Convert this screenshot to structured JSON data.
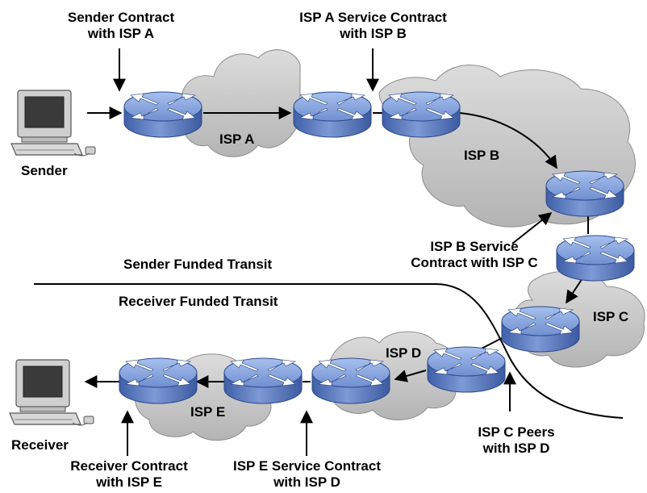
{
  "labels": {
    "sender": "Sender",
    "receiver": "Receiver",
    "sender_contract_l1": "Sender Contract",
    "sender_contract_l2": "with ISP A",
    "isp_a_contract_l1": "ISP A Service Contract",
    "isp_a_contract_l2": "with ISP B",
    "isp_a": "ISP A",
    "isp_b": "ISP B",
    "isp_c": "ISP C",
    "isp_d": "ISP D",
    "isp_e": "ISP E",
    "isp_b_contract_l1": "ISP B Service",
    "isp_b_contract_l2": "Contract with ISP C",
    "sender_funded": "Sender Funded Transit",
    "receiver_funded": "Receiver Funded Transit",
    "isp_c_peers_l1": "ISP C Peers",
    "isp_c_peers_l2": "with ISP D",
    "receiver_contract_l1": "Receiver Contract",
    "receiver_contract_l2": "with ISP E",
    "isp_e_contract_l1": "ISP E Service Contract",
    "isp_e_contract_l2": "with ISP D"
  },
  "colors": {
    "cloud": "#c8c8c8",
    "cloud_edge": "#8c8c8c",
    "router_body": "#5b7cc4",
    "router_top": "#8faee6",
    "router_edge": "#2e4a8c",
    "line": "#000000"
  },
  "icons": {
    "router": "router-icon",
    "computer": "computer-icon",
    "cloud": "cloud-icon"
  }
}
